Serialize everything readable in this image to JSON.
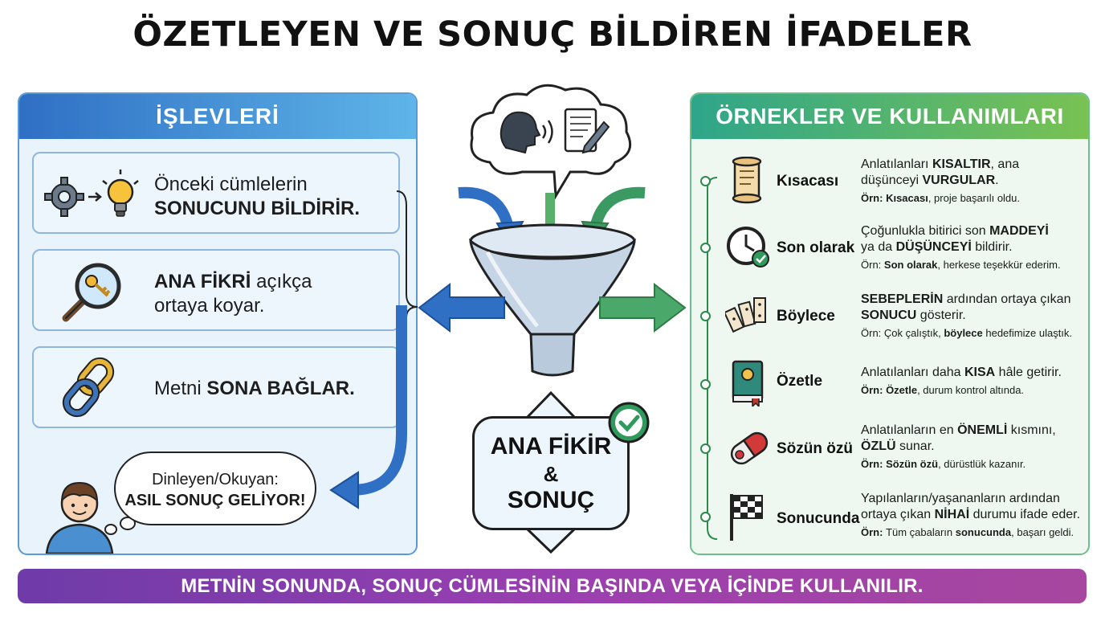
{
  "title": "ÖZETLEYEN VE SONUÇ BİLDİREN İFADELER",
  "left_panel": {
    "header": "İŞLEVLERİ",
    "functions": [
      {
        "line1": "Önceki cümlelerin",
        "bold2": "SONUCUNU BİLDİRİR."
      },
      {
        "bold1": "ANA FİKRİ",
        "rest1": " açıkça",
        "line2": "ortaya koyar."
      },
      {
        "pre": "Metni ",
        "bold": "SONA BAĞLAR."
      }
    ],
    "bubble": {
      "line1": "Dinleyen/Okuyan:",
      "line2": "ASIL SONUÇ GELİYOR!"
    }
  },
  "center": {
    "line1": "ANA FİKİR",
    "line2": "&",
    "line3": "SONUÇ"
  },
  "right_panel": {
    "header": "ÖRNEKLER VE KULLANIMLARI",
    "examples": [
      {
        "word": "Kısacası",
        "d1a": "Anlatılanları ",
        "d1b": "KISALTIR",
        "d1c": ", ana",
        "d2a": "düşünceyi ",
        "d2b": "VURGULAR",
        "d2c": ".",
        "s_label": "Örn: ",
        "s_bold": "Kısacası",
        "s_rest": ", proje başarılı oldu."
      },
      {
        "word": "Son olarak",
        "d1a": "Çoğunlukla bitirici son ",
        "d1b": "MADDEYİ",
        "d1c": "",
        "d2a": "ya da ",
        "d2b": "DÜŞÜNCEYİ",
        "d2c": " bildirir.",
        "s_label": "Örn: ",
        "s_bold": "Son olarak",
        "s_rest": ", herkese teşekkür ederim."
      },
      {
        "word": "Böylece",
        "d1a": "",
        "d1b": "SEBEPLERİN",
        "d1c": " ardından ortaya çıkan",
        "d2a": "",
        "d2b": "SONUCU",
        "d2c": " gösterir.",
        "s_label": "Örn: ",
        "s_bold": "",
        "s_rest": "Çok çalıştık, ",
        "s_bold2": "böylece",
        "s_rest2": " hedefimize ulaştık."
      },
      {
        "word": "Özetle",
        "d1a": "Anlatılanları daha ",
        "d1b": "KISA",
        "d1c": " hâle getirir.",
        "s_label": "Örn: ",
        "s_bold": "Özetle",
        "s_rest": ", durum kontrol altında."
      },
      {
        "word": "Sözün özü",
        "d1a": "Anlatılanların en ",
        "d1b": "ÖNEMLİ",
        "d1c": " kısmını,",
        "d2a": "",
        "d2b": "ÖZLÜ",
        "d2c": " sunar.",
        "s_label": "Örn: ",
        "s_bold": "Sözün özü",
        "s_rest": ", dürüstlük kazanır."
      },
      {
        "word": "Sonucunda",
        "d1a": "Yapılanların/yaşananların ardından",
        "d1b": "",
        "d1c": "",
        "d2a": "ortaya çıkan ",
        "d2b": "NİHAİ",
        "d2c": " durumu ifade eder.",
        "s_label": "Örn: ",
        "s_bold": "",
        "s_rest": "Tüm çabaların ",
        "s_bold2": "sonucunda",
        "s_rest2": ", başarı geldi."
      }
    ]
  },
  "footer": "METNİN SONUNDA, SONUÇ CÜMLESİNİN BAŞINDA VEYA İÇİNDE KULLANILIR.",
  "colors": {
    "blue": "#2f6fc4",
    "green": "#4aa86a",
    "purple": "#8a3fae"
  }
}
